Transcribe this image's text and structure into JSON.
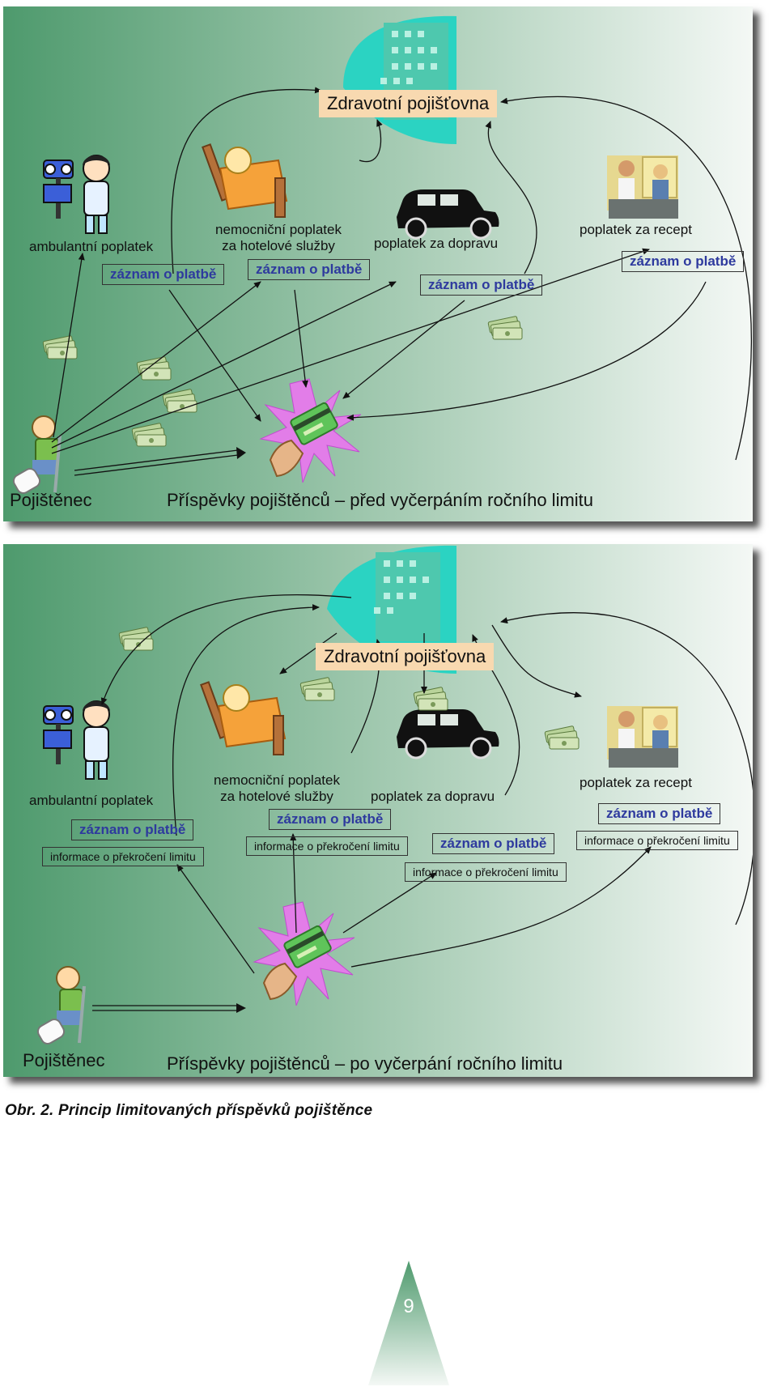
{
  "colors": {
    "bg_dark": "#4e9a6d",
    "bg_light": "#f4f8f5",
    "label_box_text": "#2e3a9e",
    "insurer_fill": "#f8d9b0",
    "triangle": "#5fae7c"
  },
  "panel_top": {
    "insurer": "Zdravotní pojišťovna",
    "labels": {
      "ambulance": "ambulantní poplatek",
      "hospital_1": "nemocniční poplatek",
      "hospital_2": "za hotelové služby",
      "transport": "poplatek za dopravu",
      "prescription": "poplatek za recept"
    },
    "record": "záznam o platbě",
    "insured": "Pojištěnec",
    "title": "Příspěvky pojištěnců – před vyčerpáním ročního limitu"
  },
  "panel_bottom": {
    "insurer": "Zdravotní pojišťovna",
    "labels": {
      "ambulance": "ambulantní poplatek",
      "hospital_1": "nemocniční poplatek",
      "hospital_2": "za hotelové služby",
      "transport": "poplatek za dopravu",
      "prescription": "poplatek za recept"
    },
    "record": "záznam o platbě",
    "info": "informace o překročení limitu",
    "insured": "Pojištěnec",
    "title": "Příspěvky pojištěnců – po vyčerpání ročního limitu"
  },
  "caption": "Obr. 2. Princip limitovaných příspěvků pojištěnce",
  "page_number": "9",
  "icons": [
    "building-icon",
    "doctor-icon",
    "hospital-bed-icon",
    "car-icon",
    "pharmacy-icon",
    "money-icon",
    "card-burst-icon",
    "patient-icon"
  ]
}
